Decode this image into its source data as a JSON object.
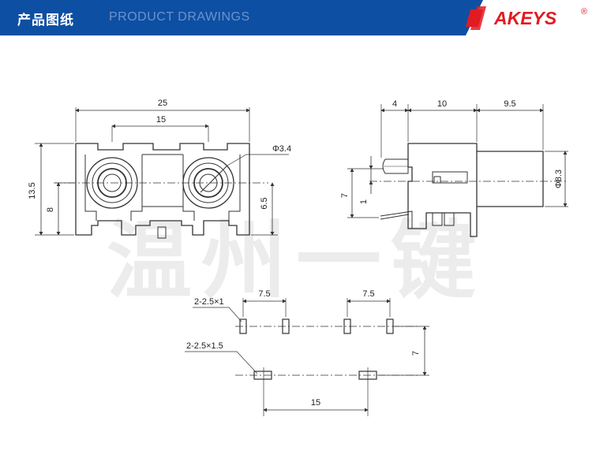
{
  "header": {
    "title_cn": "产品图纸",
    "title_en": "PRODUCT DRAWINGS",
    "brand": "AKEYS",
    "registered": "®"
  },
  "watermark": "温州一键",
  "front_view": {
    "overall_width": "25",
    "jack_spacing": "15",
    "hole_diameter": "Φ3.4",
    "overall_height": "13.5",
    "center_height": "8",
    "right_height": "6.5"
  },
  "side_view": {
    "dim_a": "4",
    "dim_b": "10",
    "dim_c": "9.5",
    "height": "7",
    "pin_offset": "1",
    "barrel_diameter": "Φ8.3"
  },
  "pcb_layout": {
    "pitch_left": "7.5",
    "pitch_right": "7.5",
    "slot_small": "2-2.5×1",
    "slot_large": "2-2.5×1.5",
    "row_spacing": "7",
    "pad_spacing": "15"
  },
  "colors": {
    "header_bg": "#0d4fa3",
    "accent_red": "#e01b22"
  }
}
